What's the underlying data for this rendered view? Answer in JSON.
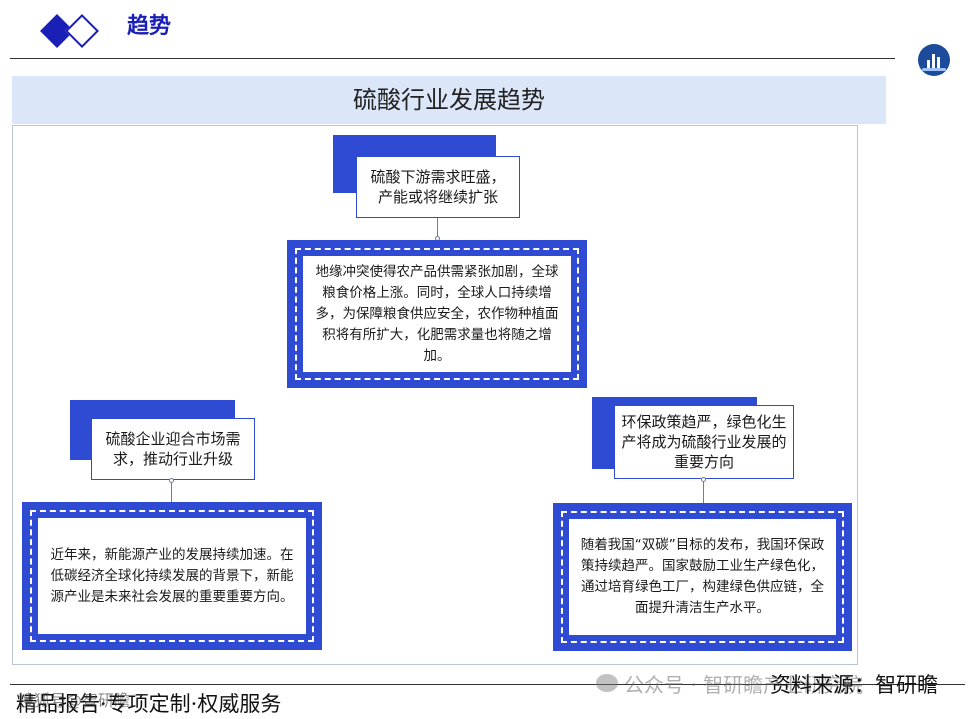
{
  "header": {
    "title": "趋势"
  },
  "band": {
    "title": "硫酸行业发展趋势"
  },
  "top": {
    "label": "硫酸下游需求旺盛，\n产能或将继续扩张",
    "text": "地缘冲突使得农产品供需紧张加剧，全球粮食价格上涨。同时，全球人口持续增多，为保障粮食供应安全，农作物种植面积将有所扩大，化肥需求量也将随之增加。"
  },
  "left": {
    "label": "硫酸企业迎合市场需求，推动行业升级",
    "text": "近年来，新能源产业的发展持续加速。在低碳经济全球化持续发展的背景下，新能源产业是未来社会发展的重要重要方向。"
  },
  "right": {
    "label": "环保政策趋严，绿色化生产将成为硫酸行业发展的重要方向",
    "text": "随着我国“双碳”目标的发布，我国环保政策持续趋严。国家鼓励工业生产绿色化，通过培育绿色工厂，构建绿色供应链，全面提升清洁生产水平。"
  },
  "footer": {
    "left": "精品报告·专项定制·权威服务",
    "right": "资料来源：智研瞻",
    "watermark_wechat": "公众号 · 智研瞻产业研究院",
    "watermark_sohu": "搜狐号@智研瞻"
  },
  "colors": {
    "accent": "#2f4bd3",
    "header": "#1a1fb5",
    "band": "#dbe6f8"
  },
  "icons": [
    "diamond-filled-icon",
    "diamond-outline-icon",
    "logo-icon",
    "wechat-icon"
  ]
}
